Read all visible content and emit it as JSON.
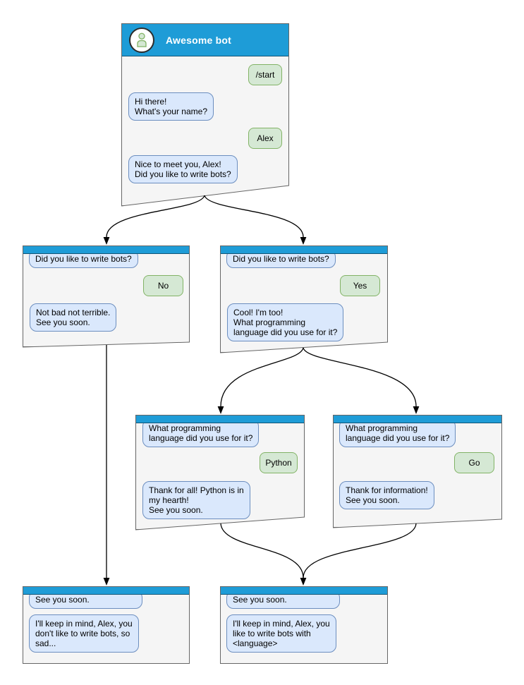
{
  "colors": {
    "header_blue": "#1e9cd7",
    "card_bg": "#f5f5f5",
    "card_border": "#666666",
    "bot_bubble_bg": "#dae8fc",
    "bot_bubble_border": "#6c8ebf",
    "user_bubble_bg": "#d5e8d4",
    "user_bubble_border": "#82b366",
    "connector": "#000000"
  },
  "root": {
    "title": "Awesome bot",
    "avatar": "person-icon",
    "messages": [
      {
        "from": "user",
        "text": "/start"
      },
      {
        "from": "bot",
        "text": "Hi there!\nWhat's your name?"
      },
      {
        "from": "user",
        "text": "Alex"
      },
      {
        "from": "bot",
        "text": "Nice to meet you, Alex!\nDid you like to write bots?"
      }
    ]
  },
  "branch_no": {
    "messages": [
      {
        "from": "bot",
        "text": "Did you like to write bots?"
      },
      {
        "from": "user",
        "text": "No"
      },
      {
        "from": "bot",
        "text": "Not bad not terrible.\nSee you soon."
      }
    ]
  },
  "branch_yes": {
    "messages": [
      {
        "from": "bot",
        "text": "Did you like to write bots?"
      },
      {
        "from": "user",
        "text": "Yes"
      },
      {
        "from": "bot",
        "text": "Cool! I'm too!\nWhat programming\nlanguage did you use for it?"
      }
    ]
  },
  "branch_python": {
    "messages": [
      {
        "from": "bot",
        "text": "What programming\nlanguage did you use for it?"
      },
      {
        "from": "user",
        "text": "Python"
      },
      {
        "from": "bot",
        "text": "Thank for all! Python is in\nmy hearth!\nSee you soon."
      }
    ]
  },
  "branch_go": {
    "messages": [
      {
        "from": "bot",
        "text": "What programming\nlanguage did you use for it?"
      },
      {
        "from": "user",
        "text": "Go"
      },
      {
        "from": "bot",
        "text": "Thank for information!\nSee you soon."
      }
    ]
  },
  "end_no": {
    "messages": [
      {
        "from": "bot",
        "text": "See you soon."
      },
      {
        "from": "bot",
        "text": "I'll keep in mind, Alex, you\ndon't like to write bots, so\nsad..."
      }
    ]
  },
  "end_yes": {
    "messages": [
      {
        "from": "bot",
        "text": "See you soon."
      },
      {
        "from": "bot",
        "text": "I'll keep in mind, Alex, you\nlike to write bots with\n<language>"
      }
    ]
  }
}
